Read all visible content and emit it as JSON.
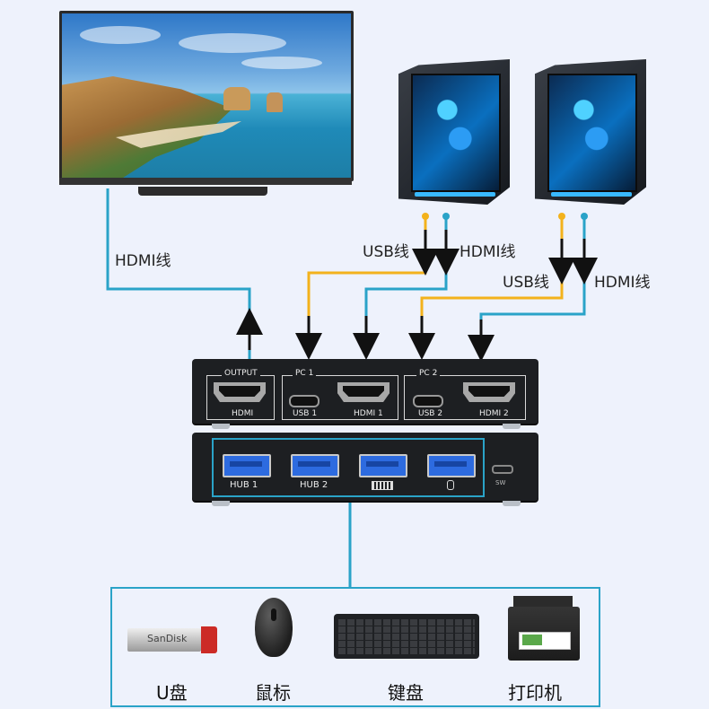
{
  "labels": {
    "hdmi_line_monitor": "HDMI线",
    "usb_line_pc1": "USB线",
    "hdmi_line_pc1": "HDMI线",
    "usb_line_pc2": "USB线",
    "hdmi_line_pc2": "HDMI线"
  },
  "kvm_top": {
    "output_group": "OUTPUT",
    "output_port": "HDMI",
    "pc1_group": "PC 1",
    "pc1_usb": "USB 1",
    "pc1_hdmi": "HDMI 1",
    "pc2_group": "PC 2",
    "pc2_usb": "USB 2",
    "pc2_hdmi": "HDMI 2"
  },
  "kvm_bottom": {
    "hub1": "HUB 1",
    "hub2": "HUB 2",
    "switch": "SW"
  },
  "devices": {
    "udisk_brand": "SanDisk",
    "udisk": "U盘",
    "mouse": "鼠标",
    "keyboard": "键盘",
    "printer": "打印机"
  },
  "colors": {
    "hdmi_cable": "#2aa3c8",
    "usb_cable": "#f3b21c",
    "device_box": "#2aa3c8"
  },
  "icons": [
    "monitor",
    "pc-tower",
    "pc-tower",
    "keyboard-icon",
    "mouse-icon",
    "usb-flash-drive",
    "mouse",
    "keyboard",
    "printer"
  ]
}
